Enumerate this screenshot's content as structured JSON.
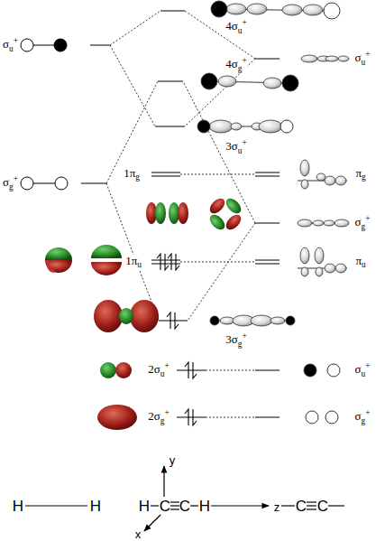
{
  "diagram": {
    "labels": [
      "4σu+",
      "σu+",
      "σu+",
      "4σg+",
      "3σu+",
      "σg+",
      "1πg",
      "πg",
      "σg+",
      "1πu",
      "πu",
      "3σg+",
      "2σu+",
      "σu+",
      "2σg+",
      "σg+",
      "y",
      "H",
      "H",
      "H",
      "C",
      "C",
      "H",
      "z",
      "C",
      "C",
      "x"
    ]
  }
}
